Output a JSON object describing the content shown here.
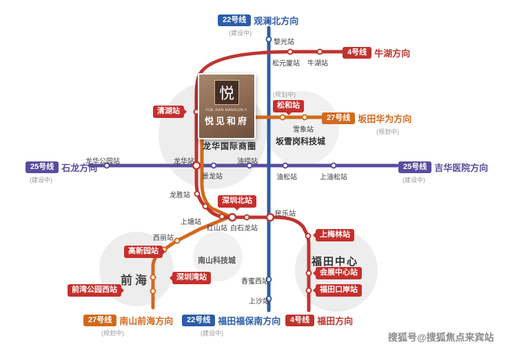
{
  "watermark": "搜狐号@搜狐焦点来宾站",
  "property": {
    "logo_char": "悦",
    "name_en": "YUE JIAN MANSION II",
    "name_cn": "悦见和府"
  },
  "areas": [
    "龙华国际商圈",
    "坂雪岗科技城",
    "前海",
    "南山科技城",
    "福田中心"
  ],
  "colors": {
    "line4": "#bf3430",
    "line22": "#2e5ca8",
    "line25": "#5b4b9e",
    "line27": "#d2691e",
    "station_badge": "#c5302c",
    "district_circle": "#ededed"
  },
  "termini": [
    {
      "line": "22号线",
      "dir": "观澜北方向",
      "status": "(建设中)"
    },
    {
      "line": "4号线",
      "dir": "牛湖方向",
      "status": ""
    },
    {
      "line": "27号线",
      "dir": "坂田华为方向",
      "status": "(规划中)"
    },
    {
      "line": "25号线",
      "dir": "石龙方向",
      "status": "(建设中)"
    },
    {
      "line": "25号线",
      "dir": "吉华医院方向",
      "status": "(建设中)"
    },
    {
      "line": "27号线",
      "dir": "南山前海方向",
      "status": "(规划中)"
    },
    {
      "line": "22号线",
      "dir": "福田福保南方向",
      "status": "(建设中)"
    },
    {
      "line": "4号线",
      "dir": "福田方向",
      "status": ""
    }
  ],
  "station_badges": [
    {
      "name": "清湖站",
      "status": ""
    },
    {
      "name": "松和站",
      "status": "(规划中)"
    },
    {
      "name": "深圳北站",
      "status": ""
    },
    {
      "name": "高新园站",
      "status": ""
    },
    {
      "name": "深圳湾站",
      "status": ""
    },
    {
      "name": "前湾公园西站",
      "status": ""
    },
    {
      "name": "上梅林站",
      "status": ""
    },
    {
      "name": "会展中心站",
      "status": ""
    },
    {
      "name": "福田口岸站",
      "status": ""
    }
  ],
  "stations": [
    "黎光站",
    "松元厦站",
    "牛湖站",
    "雪象站",
    "龙华公园站",
    "龙华站",
    "景龙站",
    "油捞站",
    "油松站",
    "上油松站",
    "龙胜站",
    "上塘站",
    "红山站",
    "白石龙站",
    "民乐站",
    "西丽站",
    "香蜜西站",
    "上沙站"
  ]
}
